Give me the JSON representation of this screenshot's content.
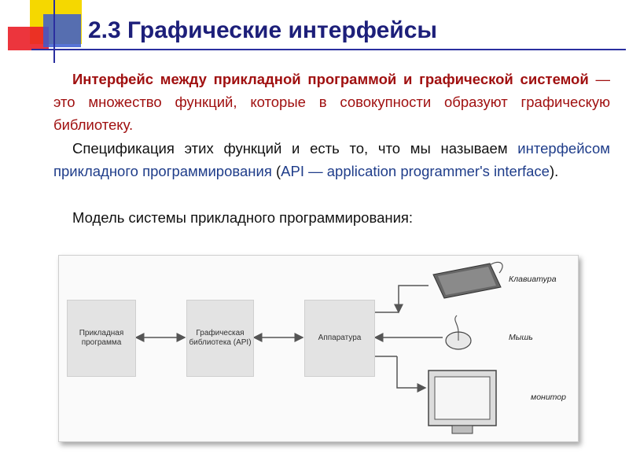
{
  "slide": {
    "title": "2.3 Графические интерфейсы",
    "paragraph1": {
      "bold_part": "Интерфейс между прикладной программой и графической системой",
      "dash": " — ",
      "rest": "это множество функций, которые в совокупности образуют графическую библиотеку."
    },
    "paragraph2": {
      "start": "Спецификация этих функций и есть то, что мы называем ",
      "highlight": "интерфейсом прикладного программирования",
      "mid": " (",
      "api": "API — application programmer's interface",
      "end": ")."
    },
    "paragraph3": "Модель системы прикладного программирования:"
  },
  "diagram": {
    "app_box": "Прикладная программа",
    "lib_box": "Графическая библиотека (API)",
    "hw_box": "Аппаратура",
    "keyboard_label": "Клавиатура",
    "mouse_label": "Мышь",
    "monitor_label": "монитор"
  },
  "colors": {
    "title": "#1d1f7a",
    "accent_red": "#a01010",
    "link_blue": "#1f3d8a"
  }
}
